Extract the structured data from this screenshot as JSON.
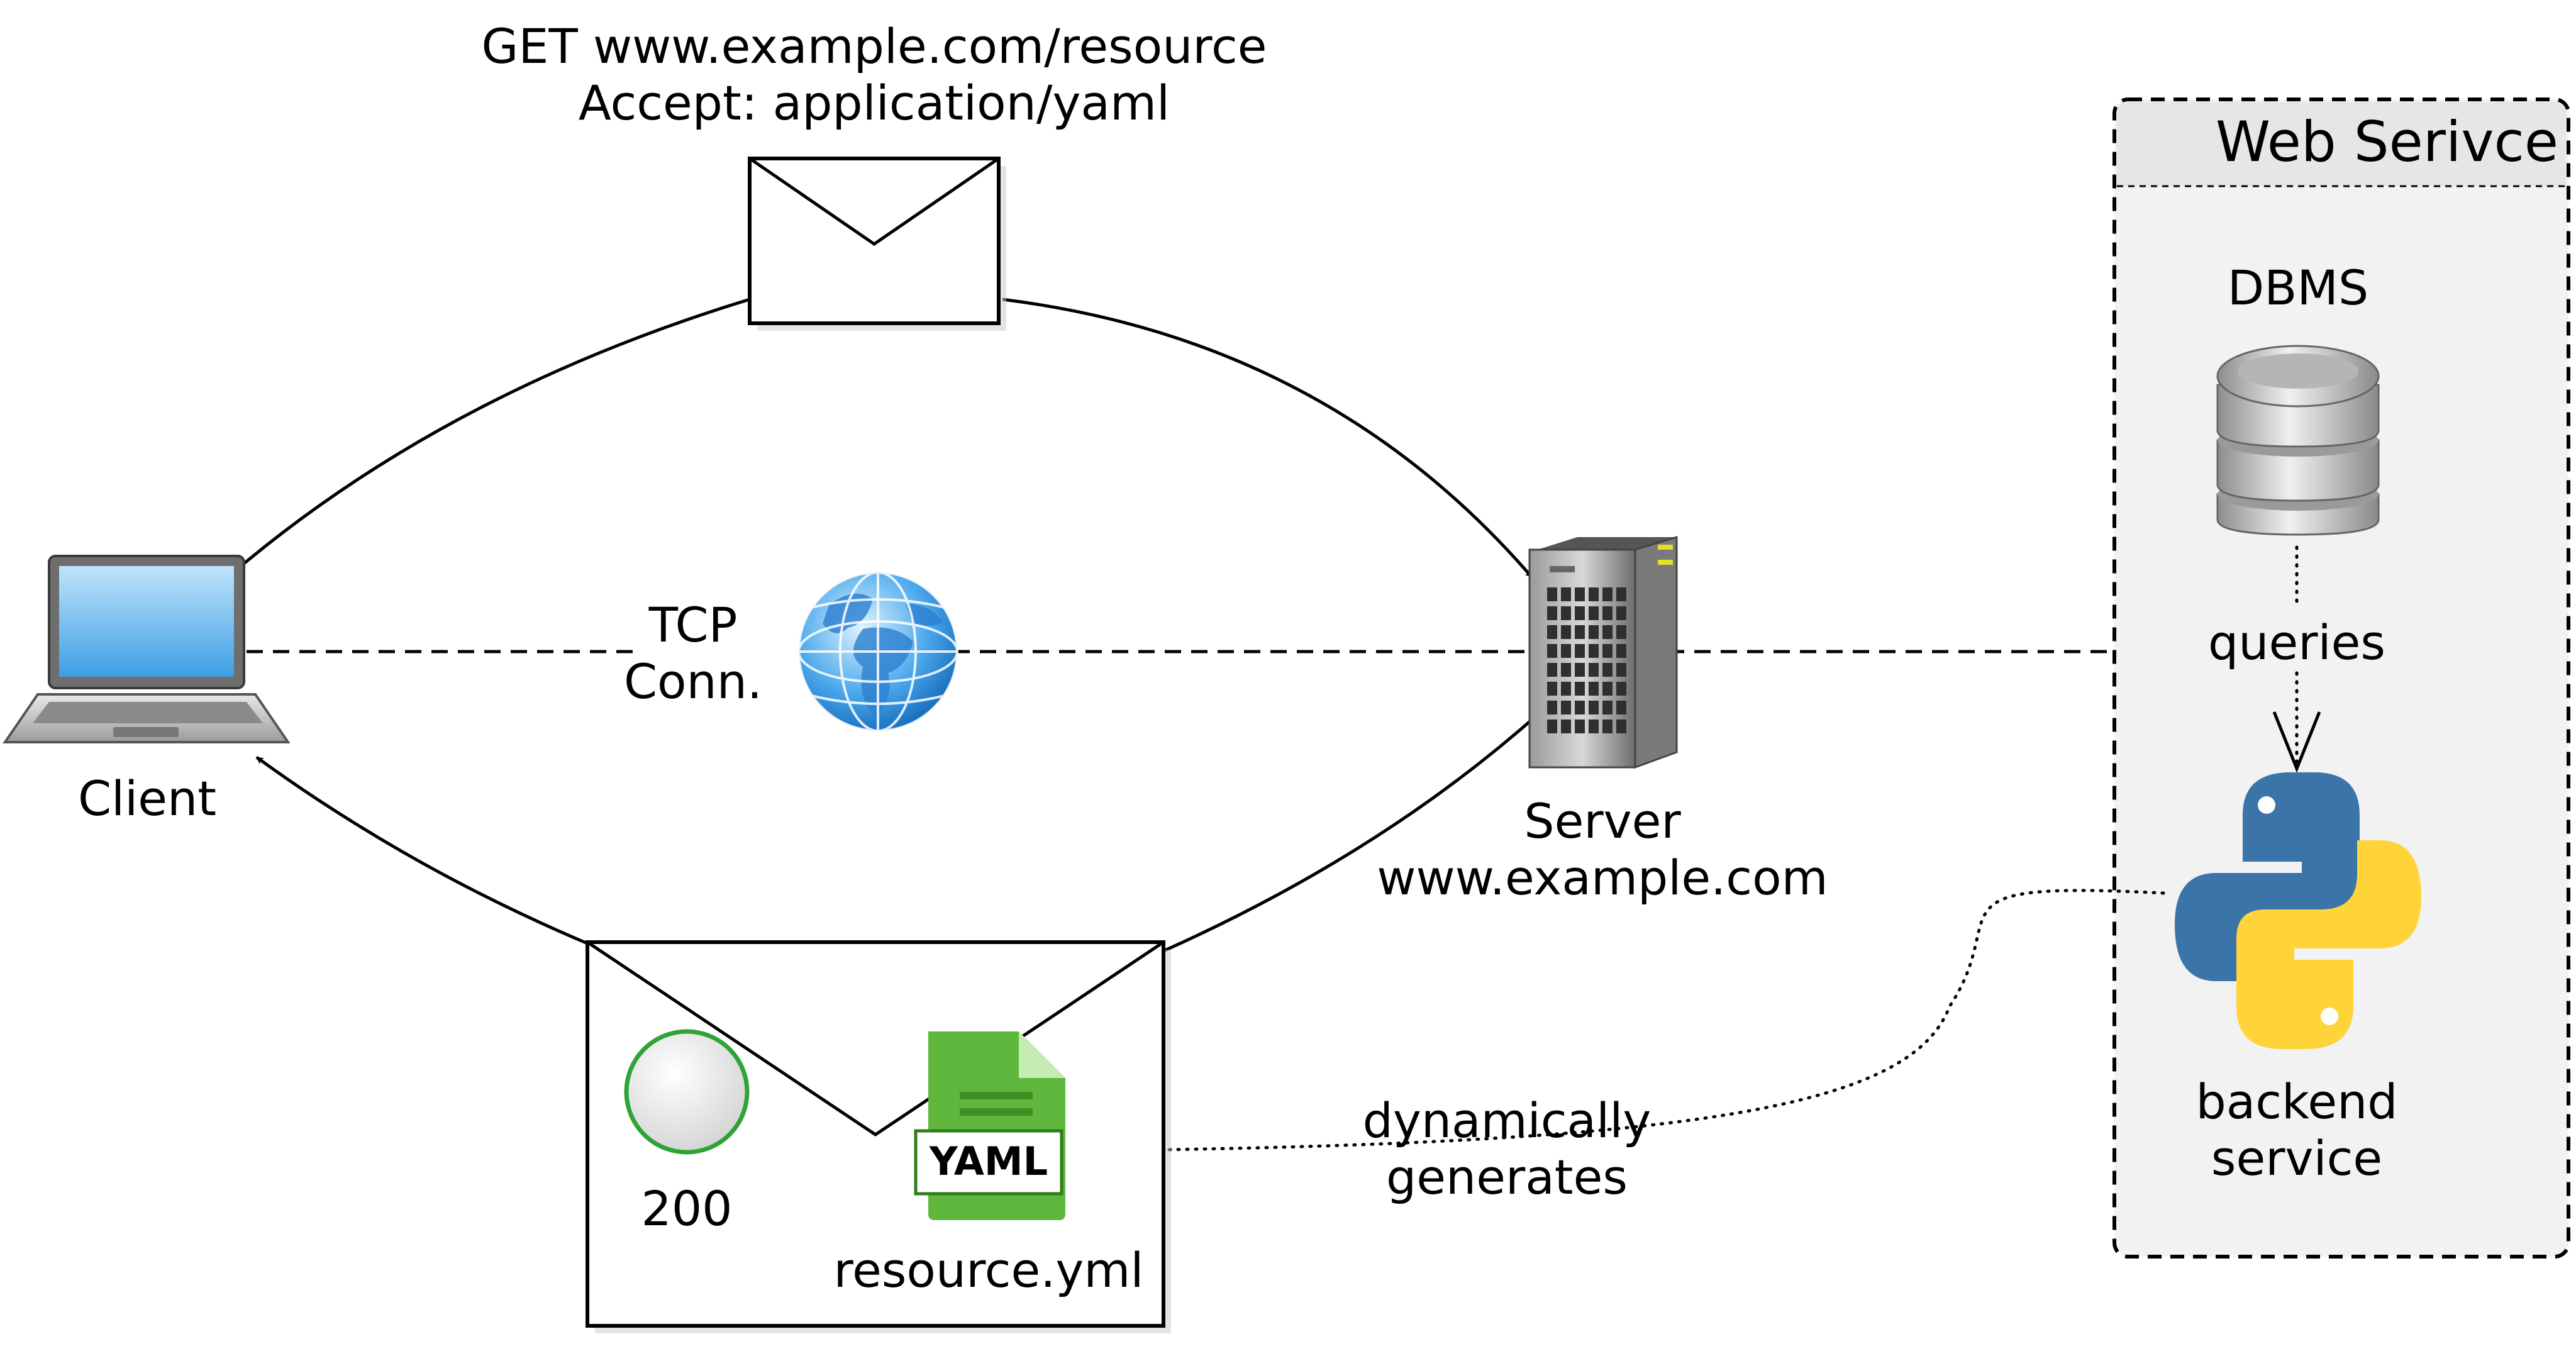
{
  "request": {
    "line1": "GET www.example.com/resource",
    "line2": "Accept: application/yaml"
  },
  "client": {
    "label": "Client"
  },
  "tcp": {
    "line1": "TCP",
    "line2": "Conn."
  },
  "server": {
    "line1": "Server",
    "line2": "www.example.com"
  },
  "web_service": {
    "title": "Web Serivce",
    "dbms_label": "DBMS",
    "queries_label": "queries",
    "backend_line1": "backend",
    "backend_line2": "service"
  },
  "response": {
    "status_code": "200",
    "file_badge": "YAML",
    "file_name": "resource.yml"
  },
  "generates": {
    "line1": "dynamically",
    "line2": "generates"
  },
  "colors": {
    "line": "#000000",
    "service_fill": "#f2f2f2",
    "header_fill": "#e6e6e6",
    "yaml_green": "#5fb83d",
    "status_ring": "#2fa336",
    "python_blue": "#3a74a9",
    "python_yellow": "#ffd43b"
  },
  "icons": {
    "client": "laptop-icon",
    "globe": "globe-icon",
    "server": "server-icon",
    "database": "database-icon",
    "python": "python-icon",
    "file": "yaml-file-icon",
    "status": "status-circle-icon"
  }
}
